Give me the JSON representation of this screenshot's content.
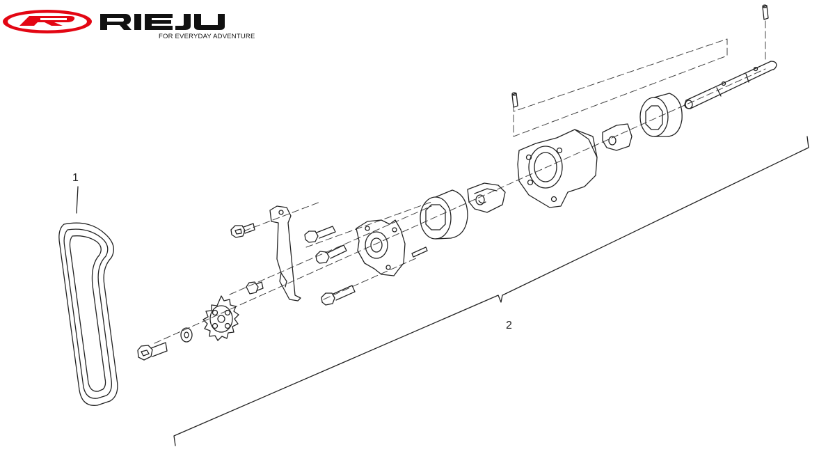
{
  "brand": {
    "name": "RIEJU",
    "tagline": "FOR EVERYDAY ADVENTURE",
    "color_red": "#e30613",
    "color_black": "#111111"
  },
  "callouts": {
    "item_1": "1",
    "item_2": "2"
  },
  "parts": [
    {
      "ref": "1",
      "icon": "timing-chain-loop"
    },
    {
      "ref": "2",
      "icon": "oil-pump-assembly-exploded"
    }
  ]
}
